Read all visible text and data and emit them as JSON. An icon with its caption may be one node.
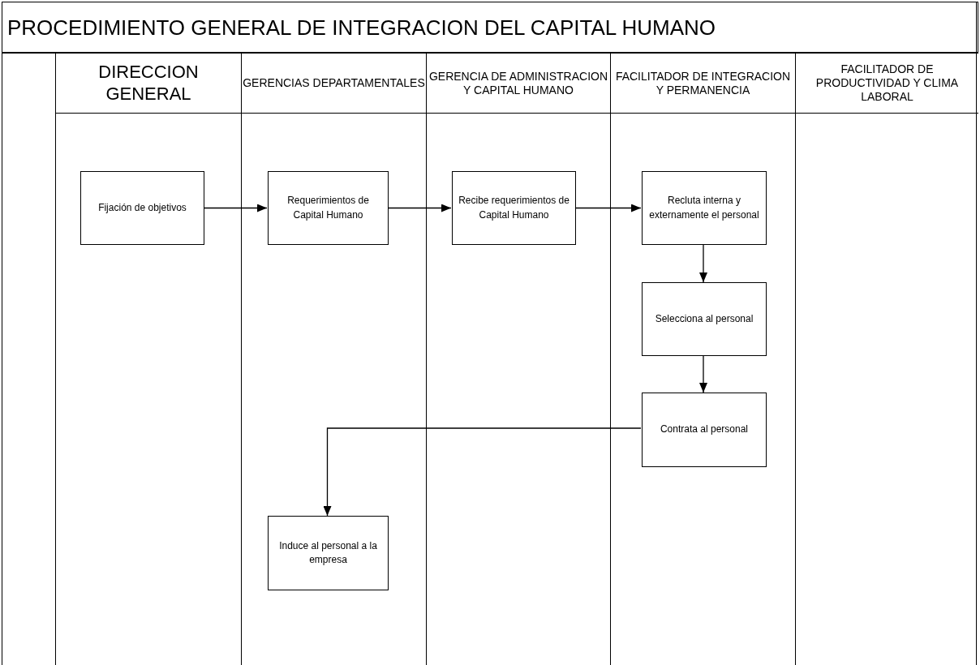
{
  "diagram": {
    "title": "PROCEDIMIENTO GENERAL DE INTEGRACION DEL CAPITAL HUMANO",
    "nodes": [
      {
        "text": [
          "DIRECCION GENERAL"
        ]
      },
      {
        "text": [
          "GERENCIAS DEPARTAMENTALES"
        ]
      },
      {
        "text": [
          "GERENCIA DE ADMINISTRACION Y CAPITAL HUMANO"
        ]
      },
      {
        "text": [
          "FACILITADOR DE INTEGRACION Y PERMANENCIA"
        ]
      },
      {
        "text": [
          "FACILITADOR DE PRODUCTIVIDAD Y CLIMA LABORAL"
        ]
      },
      {
        "text": [
          "Fijación de objetivos"
        ],
        "in": 0
      },
      {
        "text": [
          "Requerimientos de Capital Humano"
        ],
        "in": 1
      },
      {
        "text": [
          "Recibe requerimientos de Capital Humano"
        ],
        "in": 2
      },
      {
        "text": [
          "Recluta interna y externamente el personal"
        ],
        "in": 3
      },
      {
        "text": [
          "Selecciona al personal"
        ],
        "in": 3
      },
      {
        "text": [
          "Contrata al personal"
        ],
        "in": 3
      },
      {
        "text": [
          "Induce al personal a la empresa"
        ],
        "in": 1
      }
    ],
    "edges": [
      {
        "from": 5,
        "to": 6,
        "arrow": "to"
      },
      {
        "from": 6,
        "to": 7,
        "arrow": "to"
      },
      {
        "from": 7,
        "to": 8,
        "arrow": "to"
      },
      {
        "from": 8,
        "to": 9,
        "arrow": "to"
      },
      {
        "from": 9,
        "to": 10,
        "arrow": "to"
      },
      {
        "from": 10,
        "to": 11,
        "arrow": "to"
      }
    ]
  }
}
